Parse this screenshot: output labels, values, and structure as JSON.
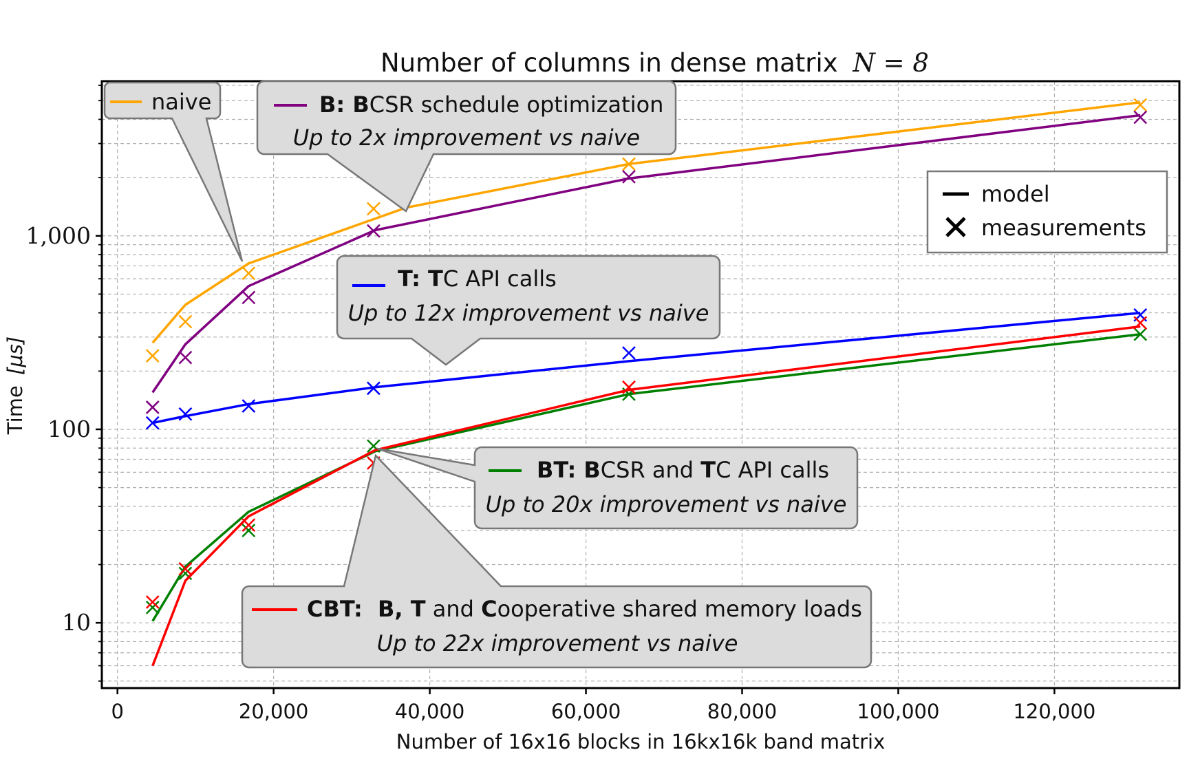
{
  "chart_data": {
    "type": "line",
    "title": "Number of columns in dense matrix",
    "title_math": "N = 8",
    "xlabel": "Number of 16x16 blocks in 16kx16k band matrix",
    "ylabel": "Time",
    "ylabel_unit": "[μs]",
    "xlim": [
      -2000,
      136000
    ],
    "ylim": [
      4.6,
      6300
    ],
    "yscale": "log",
    "grid": true,
    "xticks": [
      0,
      20000,
      40000,
      60000,
      80000,
      100000,
      120000
    ],
    "xtick_labels": [
      "0",
      "20,000",
      "40,000",
      "60,000",
      "80,000",
      "100,000",
      "120,000"
    ],
    "yticks": [
      10,
      100,
      1000
    ],
    "ytick_labels": [
      "10",
      "100",
      "1,000"
    ],
    "legend": {
      "position": "top-right",
      "entries": [
        {
          "marker": "line",
          "label": "model"
        },
        {
          "marker": "x",
          "label": "measurements"
        }
      ]
    },
    "series": [
      {
        "key": "naive",
        "name": "naive",
        "color": "#FFA500",
        "model": {
          "x": [
            4500,
            8700,
            16800,
            37000,
            65500,
            131000
          ],
          "y": [
            280,
            440,
            720,
            1400,
            2350,
            4900
          ]
        },
        "measurements": {
          "x": [
            4500,
            8700,
            16800,
            32800,
            65500,
            131000
          ],
          "y": [
            240,
            360,
            640,
            1380,
            2350,
            4750
          ]
        }
      },
      {
        "key": "B",
        "name": "B: BCSR schedule optimization",
        "color": "#800080",
        "model": {
          "x": [
            4500,
            8700,
            16800,
            33000,
            65500,
            131000
          ],
          "y": [
            155,
            275,
            550,
            1070,
            1980,
            4200
          ]
        },
        "measurements": {
          "x": [
            4500,
            8700,
            16800,
            32800,
            65500,
            131000
          ],
          "y": [
            130,
            235,
            480,
            1060,
            2020,
            4100
          ]
        }
      },
      {
        "key": "T",
        "name": "T: TC API calls",
        "color": "#0000FF",
        "model": {
          "x": [
            4500,
            8700,
            16800,
            33000,
            65500,
            131000
          ],
          "y": [
            108,
            117,
            135,
            165,
            225,
            400
          ]
        },
        "measurements": {
          "x": [
            4500,
            8700,
            16800,
            32800,
            65500,
            131000
          ],
          "y": [
            108,
            120,
            132,
            163,
            248,
            390
          ]
        }
      },
      {
        "key": "BT",
        "name": "BT: BCSR and TC API calls",
        "color": "#008000",
        "model": {
          "x": [
            4500,
            8700,
            16800,
            33000,
            65500,
            131000
          ],
          "y": [
            10.2,
            19.5,
            37.5,
            77,
            152,
            310
          ]
        },
        "measurements": {
          "x": [
            4500,
            8700,
            16800,
            32800,
            65500,
            131000
          ],
          "y": [
            12,
            18,
            30,
            82,
            152,
            310
          ]
        }
      },
      {
        "key": "CBT",
        "name": "CBT: B, T and Cooperative shared memory loads",
        "color": "#FF0000",
        "model": {
          "x": [
            4500,
            8700,
            16800,
            33000,
            65500,
            131000
          ],
          "y": [
            6.0,
            16.5,
            35.5,
            78,
            160,
            340
          ]
        },
        "measurements": {
          "x": [
            4500,
            8700,
            16800,
            32800,
            65500,
            131000
          ],
          "y": [
            12.8,
            19,
            32,
            67,
            165,
            355
          ]
        }
      }
    ],
    "annotations": [
      {
        "series": "naive",
        "label": "naive"
      },
      {
        "series": "B",
        "label_bold": "B: B",
        "label_rest": "CSR schedule optimization",
        "subtitle": "Up to 2x improvement vs naive"
      },
      {
        "series": "T",
        "label_bold": "T: T",
        "label_rest": "C API calls",
        "subtitle": "Up to 12x improvement vs naive"
      },
      {
        "series": "BT",
        "label_bold": "BT: B",
        "label_rest": "CSR and ",
        "label_bold2": "T",
        "label_rest2": "C API calls",
        "subtitle": "Up to 20x improvement vs naive"
      },
      {
        "series": "CBT",
        "label_bold": "CBT:  B, T",
        "label_rest": " and ",
        "label_bold2": "C",
        "label_rest2": "ooperative shared memory loads",
        "subtitle": "Up to 22x improvement vs naive"
      }
    ]
  }
}
